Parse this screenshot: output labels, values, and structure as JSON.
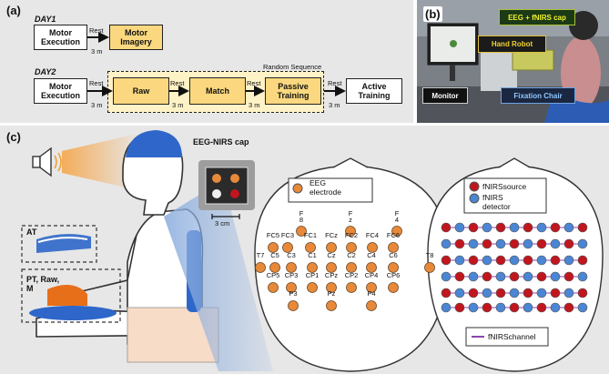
{
  "panel_a": {
    "label": "(a)",
    "day1": {
      "title": "DAY1",
      "box1": "Motor\nExecution",
      "rest": "Rest",
      "duration": "3 m",
      "box2": "Motor\nImagery"
    },
    "day2": {
      "title": "DAY2",
      "box1": "Motor\nExecution",
      "rest1": "Rest",
      "duration1": "3 m",
      "random": "Random Sequence",
      "box2": "Raw",
      "rest2": "Rest",
      "duration2": "3 m",
      "box3": "Match",
      "rest3": "Rest",
      "duration3": "3 m",
      "box4": "Passive\nTraining",
      "rest4": "Rest",
      "duration4": "3 m",
      "box5": "Active\nTraining"
    }
  },
  "panel_b": {
    "label": "(b)",
    "cap": "EEG + fNIRS cap",
    "robot": "Hand Robot",
    "monitor": "Monitor",
    "chair": "Fixation Chair"
  },
  "panel_c": {
    "label": "(c)",
    "cap_title": "EEG-NIRS cap",
    "scale": "3 cm",
    "at": "AT",
    "pt": "PT, Raw,",
    "pt2": "M",
    "eeg_legend": "EEG\nelectrode",
    "src_legend": "fNIRSsource",
    "det_legend": "fNIRS\ndetector",
    "chan_legend": "fNIRSchannel",
    "electrodes": [
      "F\n8",
      "F\nz",
      "F\n4",
      "FC5",
      "FC3",
      "FC1",
      "FCz",
      "FC2",
      "FC4",
      "FC6",
      "T7",
      "C5",
      "C3",
      "C1",
      "Cz",
      "C2",
      "C4",
      "C6",
      "T8",
      "CP5",
      "CP3",
      "CP1",
      "CPz",
      "CP2",
      "CP4",
      "CP6",
      "P3",
      "Pz",
      "P4"
    ]
  },
  "colors": {
    "panel_bg": "#e7e7e7",
    "box_yellow": "#fbd87f",
    "eeg_orange": "#e8893a",
    "src_red": "#c0161e",
    "det_blue": "#4a86d3",
    "head_blue": "#2f63c4"
  }
}
